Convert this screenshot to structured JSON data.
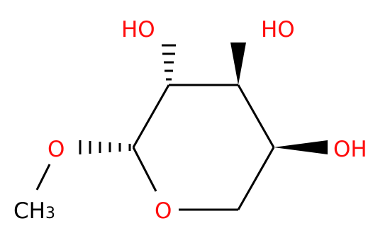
{
  "molecule": {
    "atoms": {
      "oh_top_left": {
        "text": "HO",
        "color": "#ff0d0d"
      },
      "oh_top_right": {
        "text": "HO",
        "color": "#ff0d0d"
      },
      "oh_right": {
        "text": "OH",
        "color": "#ff0d0d"
      },
      "o_methoxy": {
        "text": "O",
        "color": "#ff0d0d"
      },
      "o_ring": {
        "text": "O",
        "color": "#ff0d0d"
      },
      "methyl_c": {
        "text": "CH",
        "color": "#000000"
      },
      "methyl_sub": {
        "text": "3",
        "color": "#000000"
      }
    },
    "colors": {
      "bond": "#000000",
      "heteroatom": "#ff0d0d"
    }
  }
}
